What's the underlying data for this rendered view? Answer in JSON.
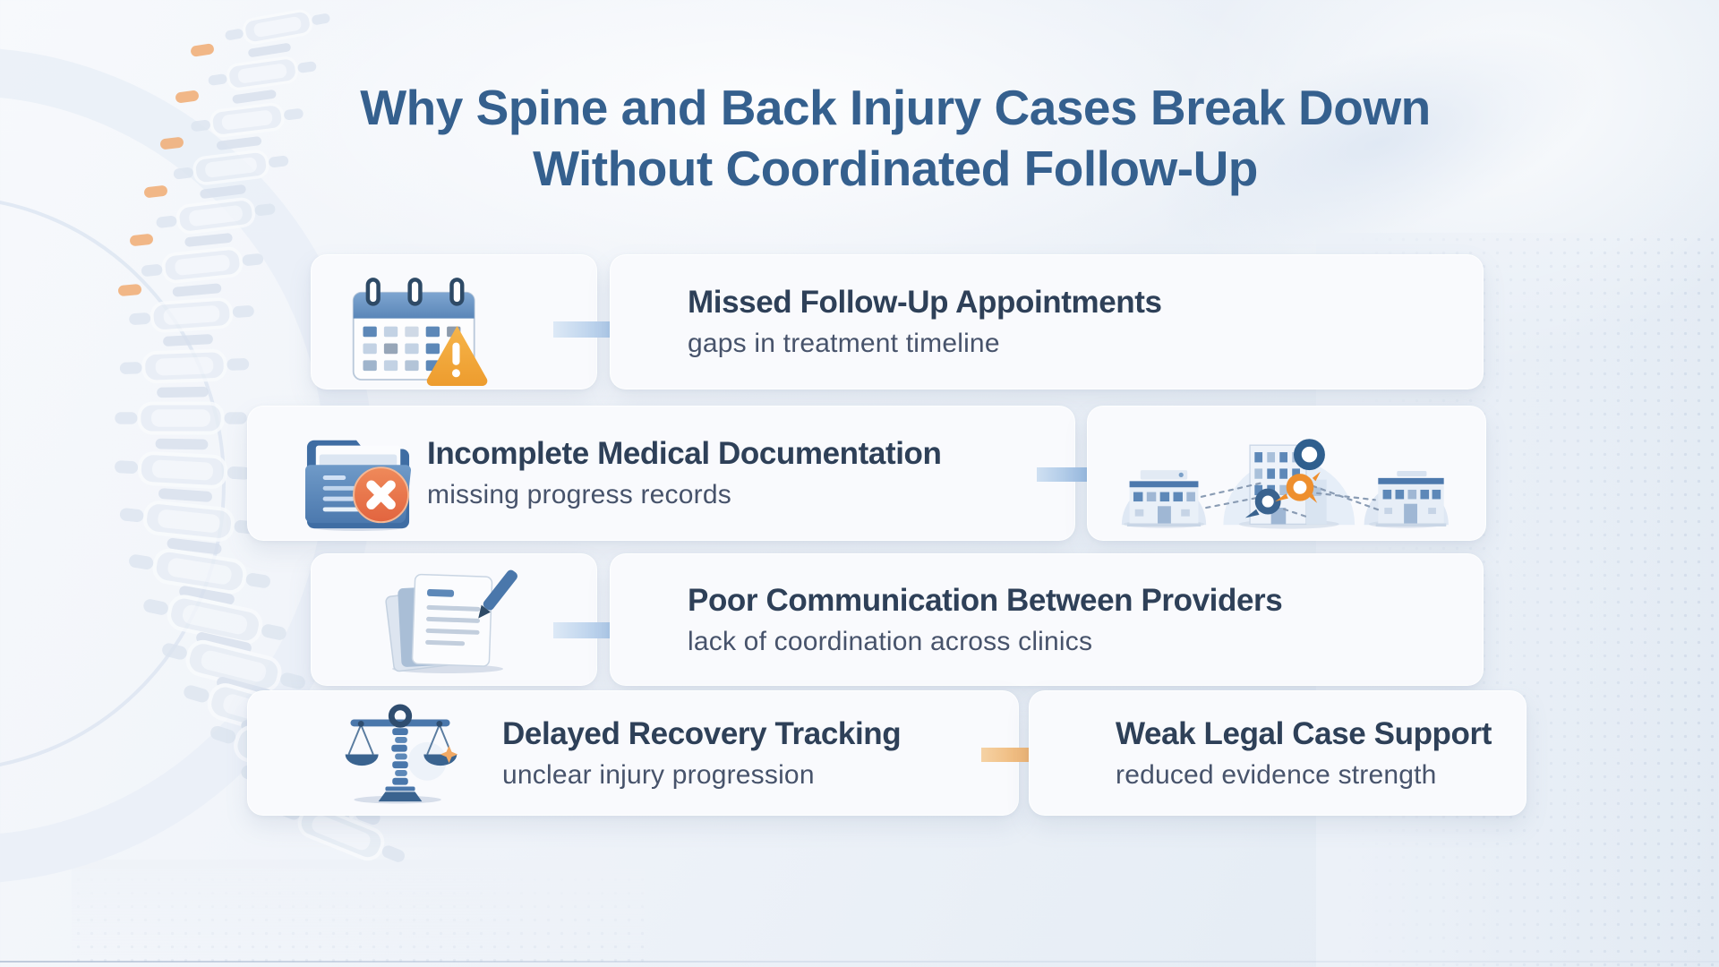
{
  "title": {
    "line1": "Why Spine and Back Injury Cases Break Down",
    "line2": "Without Coordinated Follow-Up"
  },
  "rows": [
    {
      "icon": "calendar-warning-icon",
      "arrow": "blue",
      "title": "Missed Follow-Up Appointments",
      "subtitle": "gaps in treatment timeline"
    },
    {
      "icon": "folder-error-icon",
      "arrow": "blue",
      "title": "Incomplete Medical Documentation",
      "subtitle": "missing progress records",
      "illustration": "clinics-network-illustration"
    },
    {
      "icon": "document-pen-icon",
      "arrow": "blue",
      "title": "Poor Communication Between Providers",
      "subtitle": "lack of coordination across clinics"
    },
    {
      "icon": "scales-of-justice-spine-icon",
      "arrow": "orange",
      "title": "Delayed Recovery Tracking",
      "subtitle": "unclear injury progression",
      "result": {
        "title": "Weak Legal Case Support",
        "subtitle": "reduced evidence strength"
      }
    }
  ],
  "colors": {
    "title_blue": "#35608e",
    "heading_dark": "#2e4058",
    "subtitle_gray": "#47536b",
    "card_bg": "#f9fafd",
    "arrow_blue": "#7aa6da",
    "arrow_orange": "#e9953f",
    "warning_orange": "#f2a33c",
    "error_badge": "#e8704a",
    "icon_blue": "#4d79ad"
  }
}
